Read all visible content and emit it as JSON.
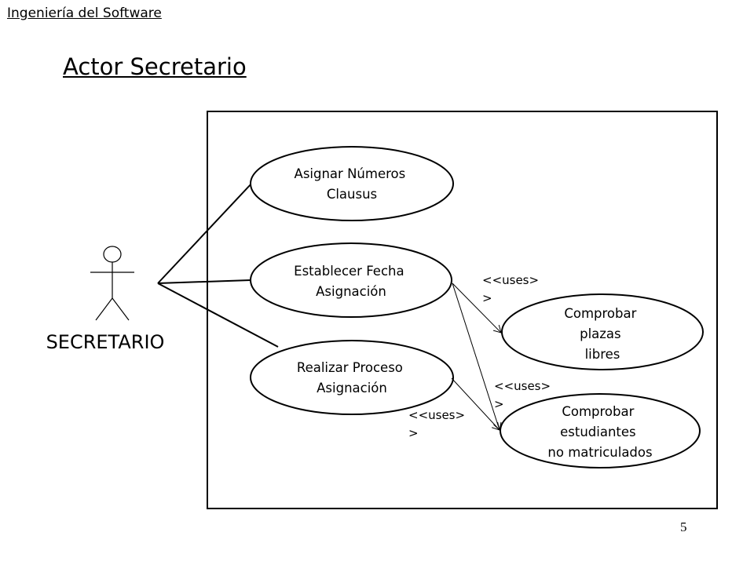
{
  "header": {
    "course": "Ingeniería del Software"
  },
  "title": "Actor Secretario",
  "page_number": "5",
  "actor": {
    "name": "SECRETARIO"
  },
  "use_cases": [
    {
      "id": "asignar",
      "lines": [
        "Asignar Números",
        "Clausus"
      ]
    },
    {
      "id": "establecer",
      "lines": [
        "Establecer Fecha",
        "Asignación"
      ]
    },
    {
      "id": "realizar",
      "lines": [
        "Realizar Proceso",
        "Asignación"
      ]
    },
    {
      "id": "comprobar-plazas",
      "lines": [
        "Comprobar",
        "plazas",
        "libres"
      ]
    },
    {
      "id": "comprobar-estudiantes",
      "lines": [
        "Comprobar",
        "estudiantes",
        "no matriculados"
      ]
    }
  ],
  "relations": [
    {
      "id": "uses-1",
      "lines": [
        "<<uses>",
        ">"
      ]
    },
    {
      "id": "uses-2",
      "lines": [
        "<<uses>",
        ">"
      ]
    },
    {
      "id": "uses-3",
      "lines": [
        "<<uses>",
        ">"
      ]
    }
  ]
}
